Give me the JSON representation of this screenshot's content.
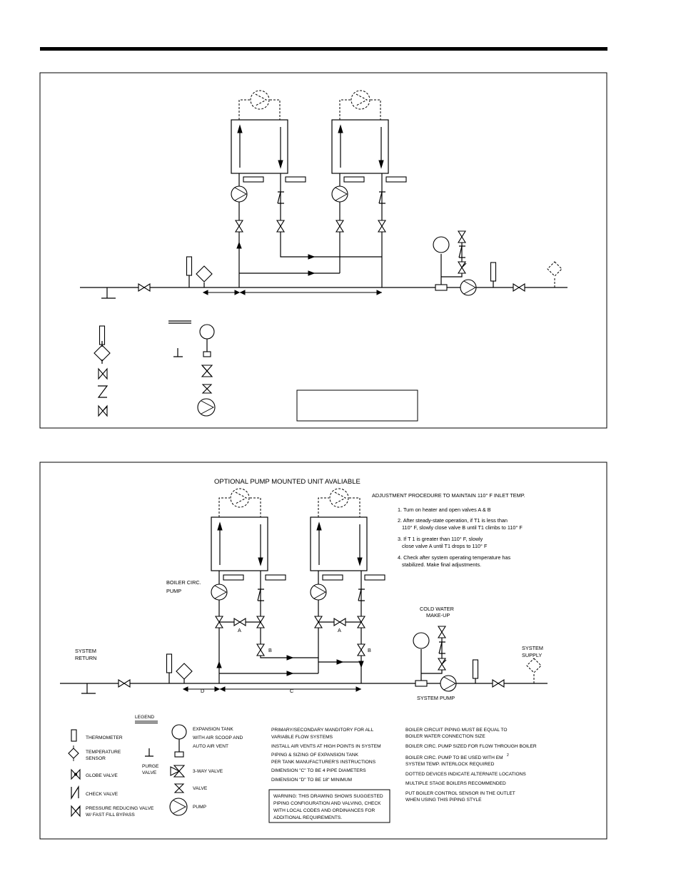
{
  "diagram_top": {
    "labels": []
  },
  "diagram_bottom": {
    "optional_pump_note": "OPTIONAL PUMP MOUNTED UNIT AVALIABLE",
    "adjustment": {
      "title": "ADJUSTMENT PROCEDURE TO MAINTAIN 110° F INLET TEMP.",
      "step1": "1. Turn on heater and open valves A & B",
      "step2a": "2. After steady-state operation, if T1 is less than",
      "step2b": "110° F, slowly close valve B until T1 climbs to 110° F",
      "step3a": "3. If T 1 is greater than 110° F, slowly",
      "step3b": "close valve A until T1 drops to 110° F",
      "step4a": "4. Check after system operating temperature has",
      "step4b": "stabilized.  Make final adjustments."
    },
    "boiler_circ_pump_1": "BOILER CIRC.",
    "boiler_circ_pump_2": "PUMP",
    "cold_water_1": "COLD WATER",
    "cold_water_2": "MAKE-UP",
    "system_return_1": "SYSTEM",
    "system_return_2": "RETURN",
    "system_supply_1": "SYSTEM",
    "system_supply_2": "SUPPLY",
    "system_pump": "SYSTEM PUMP",
    "valve_a": "A",
    "valve_b": "B",
    "dim_d": "D",
    "dim_c": "C",
    "legend": {
      "title": "LEGEND",
      "thermometer": "THERMOMETER",
      "temp_sensor_1": "TEMPERATURE",
      "temp_sensor_2": "SENSOR",
      "globe_valve": "GLOBE VALVE",
      "check_valve": "CHECK VALVE",
      "prv_1": "PRESSURE REDUCING VALVE",
      "prv_2": "W/ FAST FILL BYPASS",
      "purge_valve_1": "PURGE",
      "purge_valve_2": "VALVE",
      "expansion_tank_1": "EXPANSION TANK",
      "expansion_tank_2": "WITH AIR SCOOP AND",
      "expansion_tank_3": "AUTO AIR VENT",
      "three_way_valve": "3-WAY VALVE",
      "valve": "VALVE",
      "pump": "PUMP"
    },
    "notes_mid": [
      "PRIMARY/SECONDARY MANDITORY FOR ALL",
      "VARIABLE FLOW SYSTEMS",
      "INSTALL AIR VENTS AT HIGH POINTS IN SYSTEM",
      "PIPING & SIZING OF EXPANSION TANK",
      "PER TANK MANUFACTURER'S INSTRUCTIONS",
      "DIMENSION \"C\" TO BE 4 PIPE DIAMETERS",
      "DIMENSION \"D\" TO BE 18\" MINIMUM"
    ],
    "warning": [
      "WARNING:  THIS DRAWING SHOWS SUGGESTED",
      "PIPING CONFIGURATION AND VALVING, CHECK",
      "WITH LOCAL CODES AND ORDINANCES FOR",
      "ADDITIONAL REQUIREMENTS."
    ],
    "notes_right": [
      "BOILER CIRCUIT PIPING MUST BE EQUAL TO",
      "BOILER WATER CONNECTION SIZE",
      "BOILER CIRC. PUMP SIZED FOR FLOW THROUGH BOILER",
      "BOILER CIRC. PUMP TO BE USED WITH EM",
      "SYSTEM TEMP. INTERLOCK REQUIRED",
      "DOTTED DEVICES INDICATE ALTERNATE LOCATIONS",
      "MULTIPLE STAGE BOILERS RECOMMENDED",
      "PUT BOILER CONTROL SENSOR IN THE OUTLET",
      "WHEN USING THIS PIPING STYLE"
    ],
    "em_superscript": "2"
  }
}
